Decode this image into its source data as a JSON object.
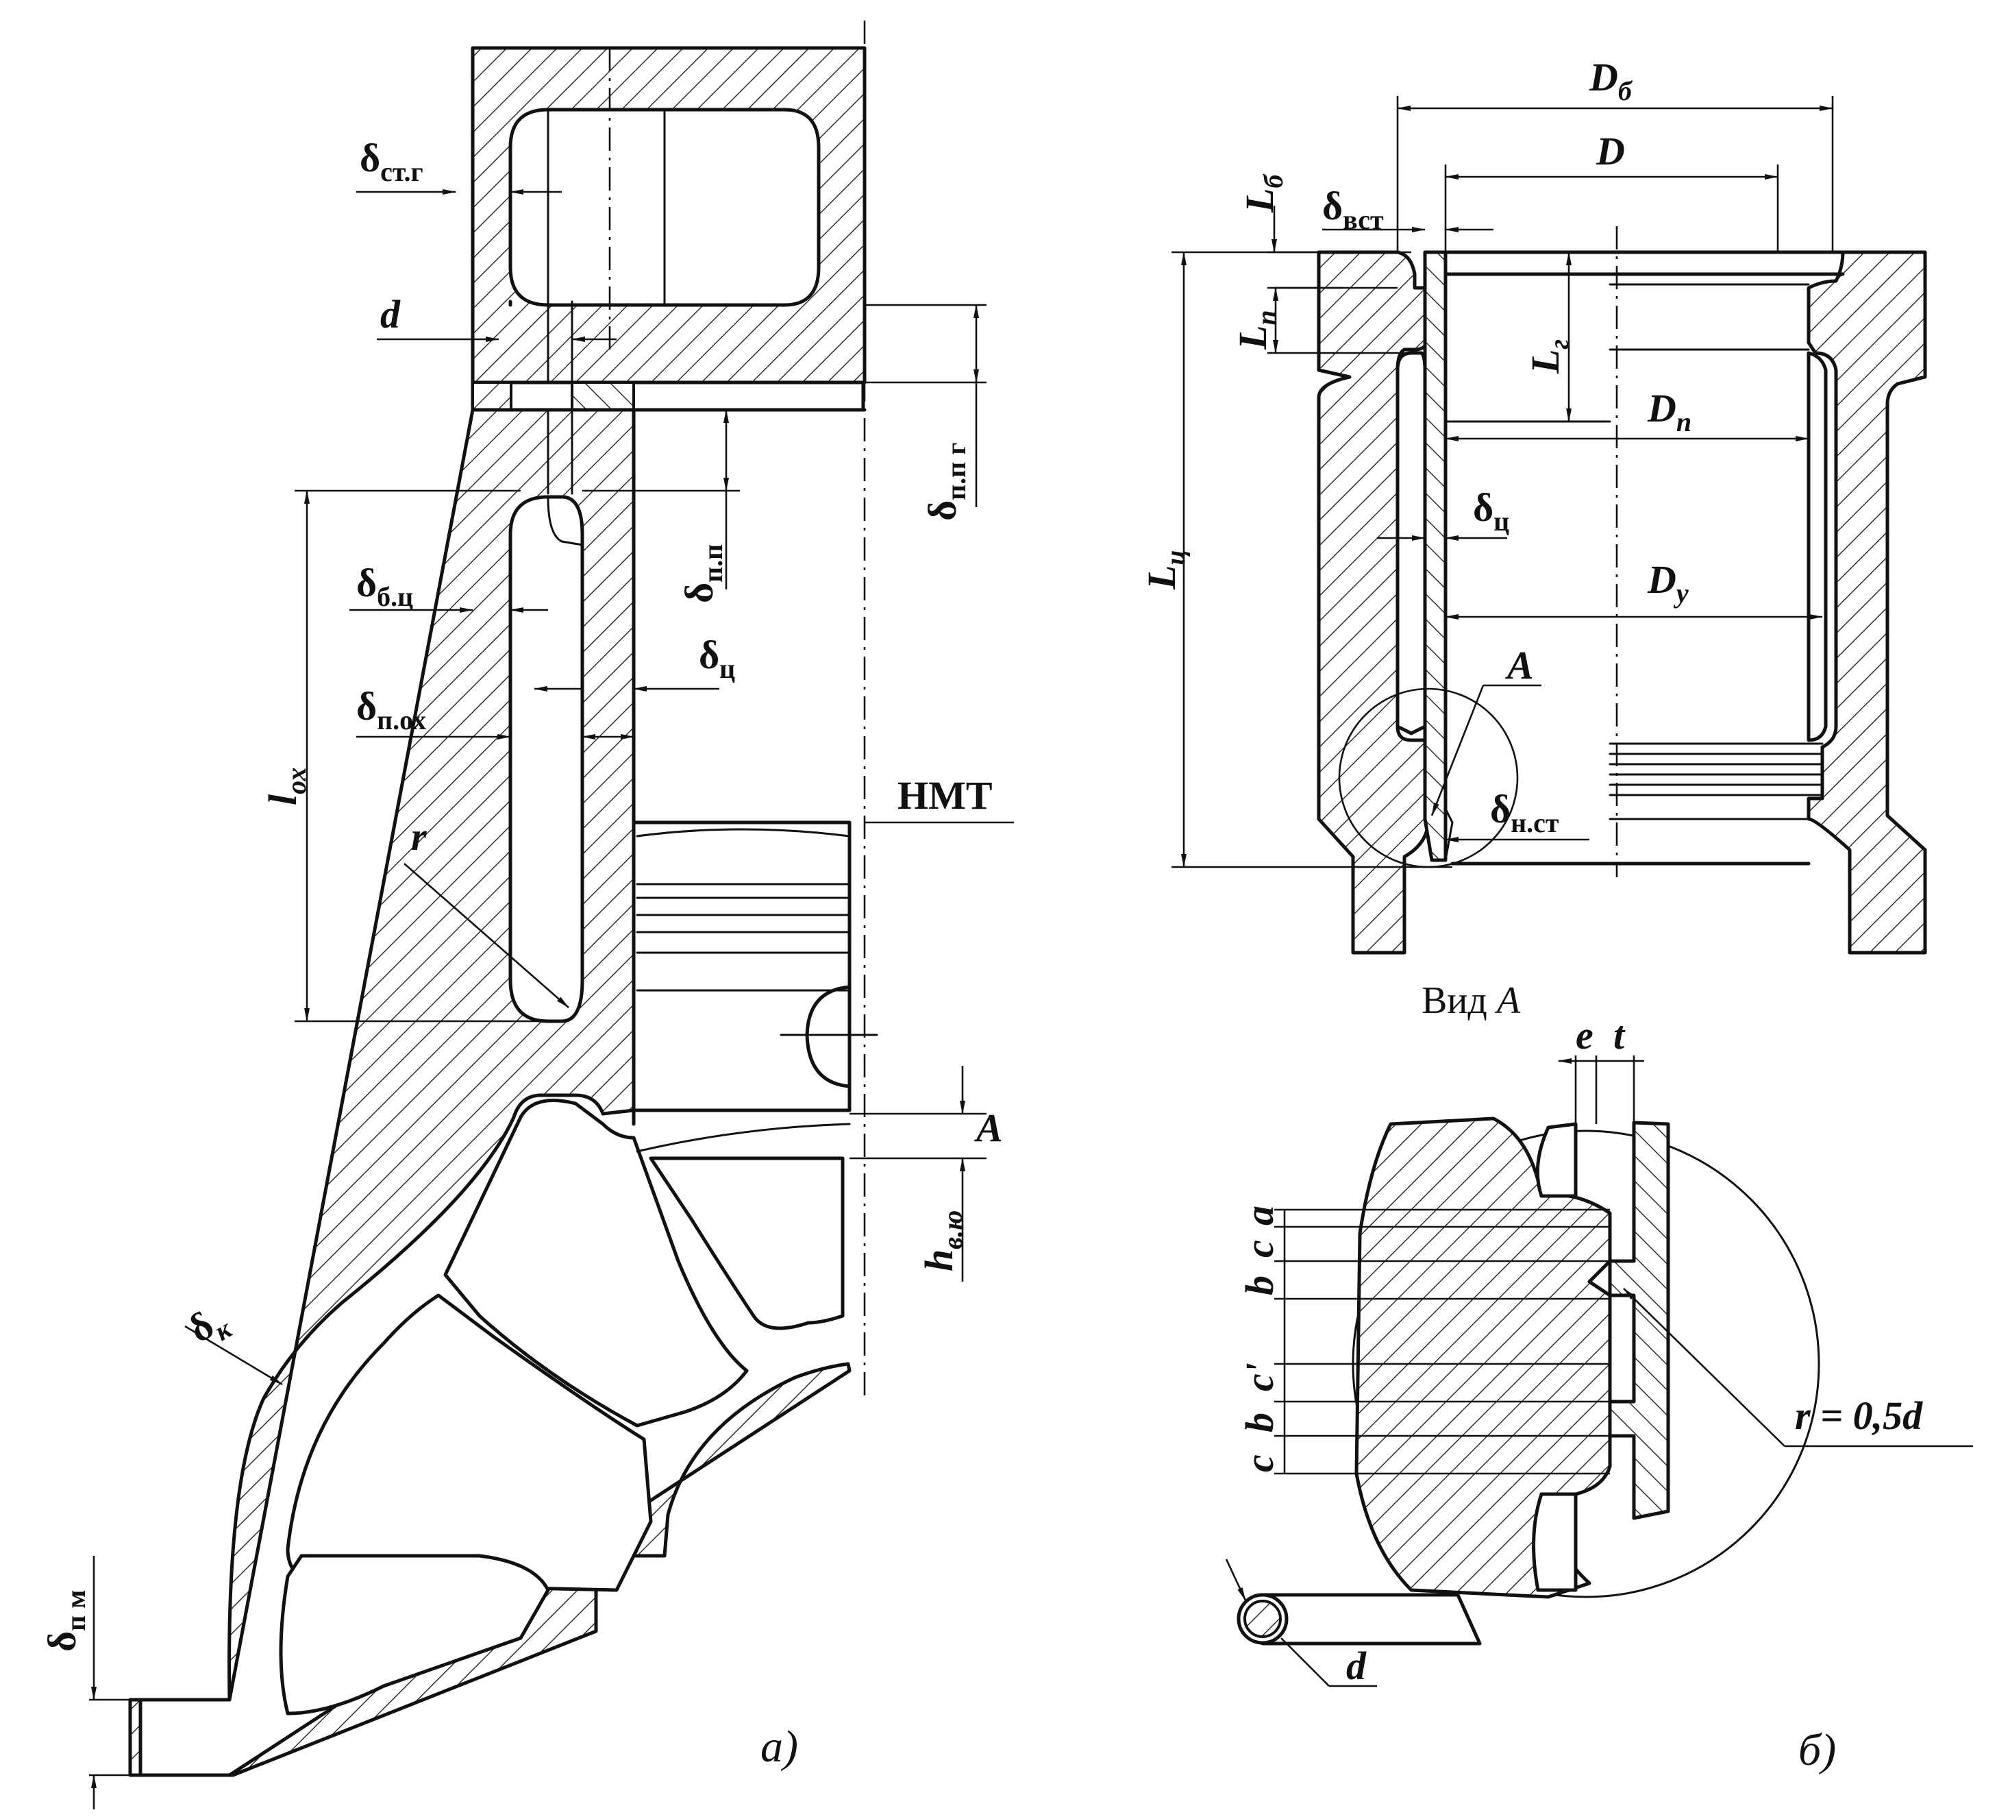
{
  "labels_a": {
    "delta": "δ",
    "sub_st_g": "ст.г",
    "d": "d",
    "sub_p_p_g": "п.п г",
    "sub_p_p": "п.п",
    "sub_b_c": "б.ц",
    "sub_c": "ц",
    "sub_p_oh": "п.ох",
    "l": "l",
    "sub_oh": "ох",
    "nmt": "НМТ",
    "r": "r",
    "A": "A",
    "h": "h",
    "sub_v_yu": "в.ю",
    "sub_k": "к",
    "sub_p_m": "п м",
    "caption": "а)"
  },
  "labels_b": {
    "Db": "D",
    "sub_b": "б",
    "D": "D",
    "Lb": "L",
    "sub_vst": "вст",
    "Lp": "L",
    "sub_p": "п",
    "Lg": "L",
    "sub_g": "г",
    "Dp": "D",
    "Lc": "L",
    "sub_c": "ц",
    "Dy": "D",
    "sub_y": "у",
    "A": "A",
    "sub_n_st": "н.ст",
    "view_prefix": "Вид ",
    "view_letter": "A",
    "e": "e",
    "t": "t",
    "row_left": [
      "c",
      "b",
      "c'",
      "b",
      "c",
      "a"
    ],
    "r_eq": "r = 0,5d",
    "d": "d",
    "caption": "б)"
  }
}
